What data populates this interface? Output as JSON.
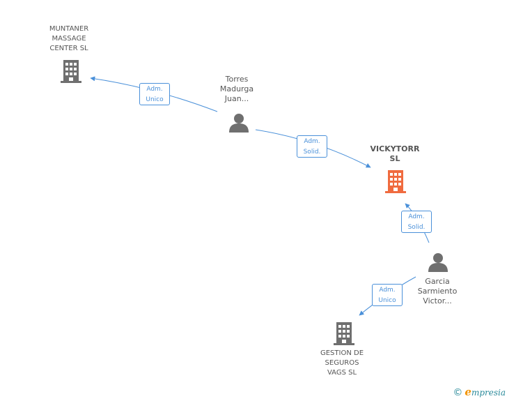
{
  "nodes": {
    "muntaner": {
      "label": "MUNTANER\nMASSAGE\nCENTER SL",
      "type": "company",
      "color": "#6f6f6f"
    },
    "torres": {
      "label": "Torres\nMadurga\nJuan...",
      "type": "person",
      "color": "#6f6f6f"
    },
    "vickytorr": {
      "label": "VICKYTORR\nSL",
      "type": "company",
      "color": "#f06b3f"
    },
    "garcia": {
      "label": "Garcia\nSarmiento\nVictor...",
      "type": "person",
      "color": "#6f6f6f"
    },
    "gestion": {
      "label": "GESTION DE\nSEGUROS\nVAGS SL",
      "type": "company",
      "color": "#6f6f6f"
    }
  },
  "relations": [
    {
      "from": "torres",
      "to": "muntaner",
      "line1": "Adm.",
      "line2": "Unico"
    },
    {
      "from": "torres",
      "to": "vickytorr",
      "line1": "Adm.",
      "line2": "Solid."
    },
    {
      "from": "garcia",
      "to": "vickytorr",
      "line1": "Adm.",
      "line2": "Solid."
    },
    {
      "from": "garcia",
      "to": "gestion",
      "line1": "Adm.",
      "line2": "Unico"
    }
  ],
  "edge_color": "#4a90d9",
  "footer": {
    "copyright": "©",
    "brand_initial": "e",
    "brand_rest": "mpresia"
  }
}
